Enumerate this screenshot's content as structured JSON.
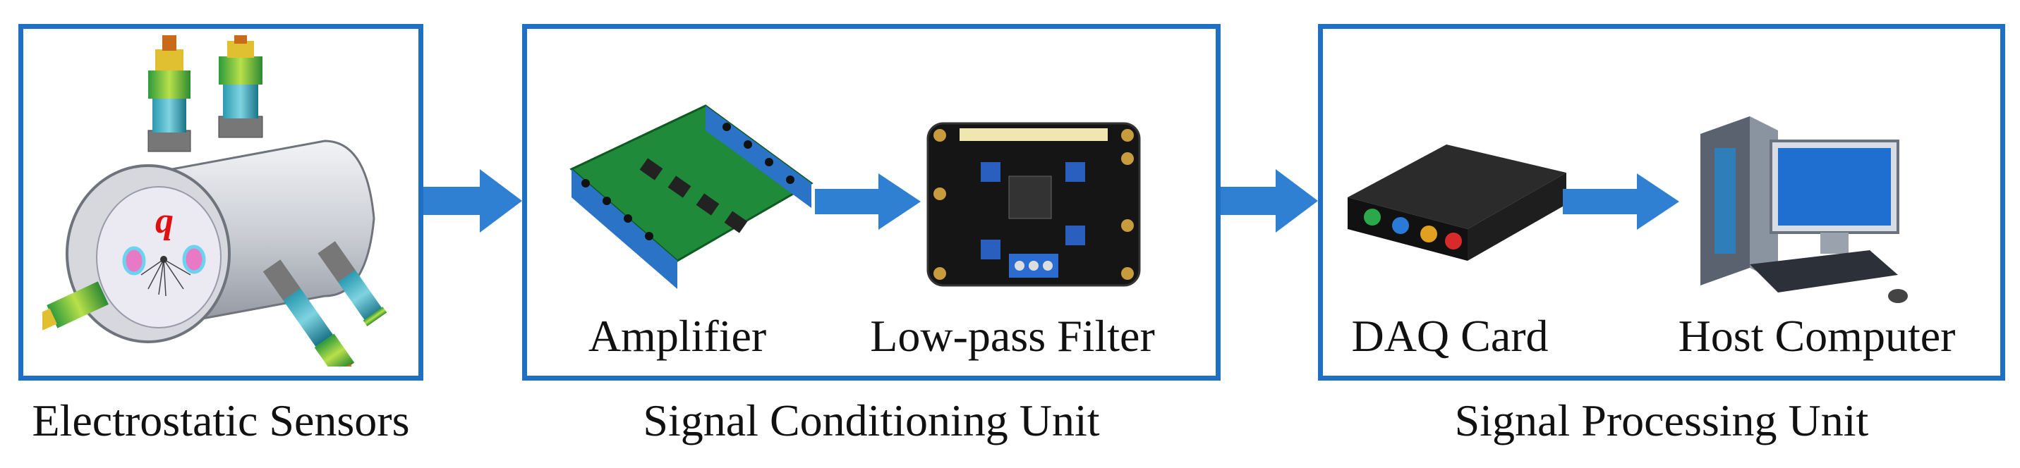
{
  "sections": {
    "sensors": {
      "caption": "Electrostatic Sensors",
      "charge_symbol": "q"
    },
    "conditioning": {
      "caption": "Signal Conditioning Unit",
      "items": [
        "Amplifier",
        "Low-pass Filter"
      ]
    },
    "processing": {
      "caption": "Signal Processing Unit",
      "items": [
        "DAQ Card",
        "Host Computer"
      ]
    }
  },
  "colors": {
    "frame": "#1f6fc4",
    "arrow": "#2f7fd3"
  }
}
